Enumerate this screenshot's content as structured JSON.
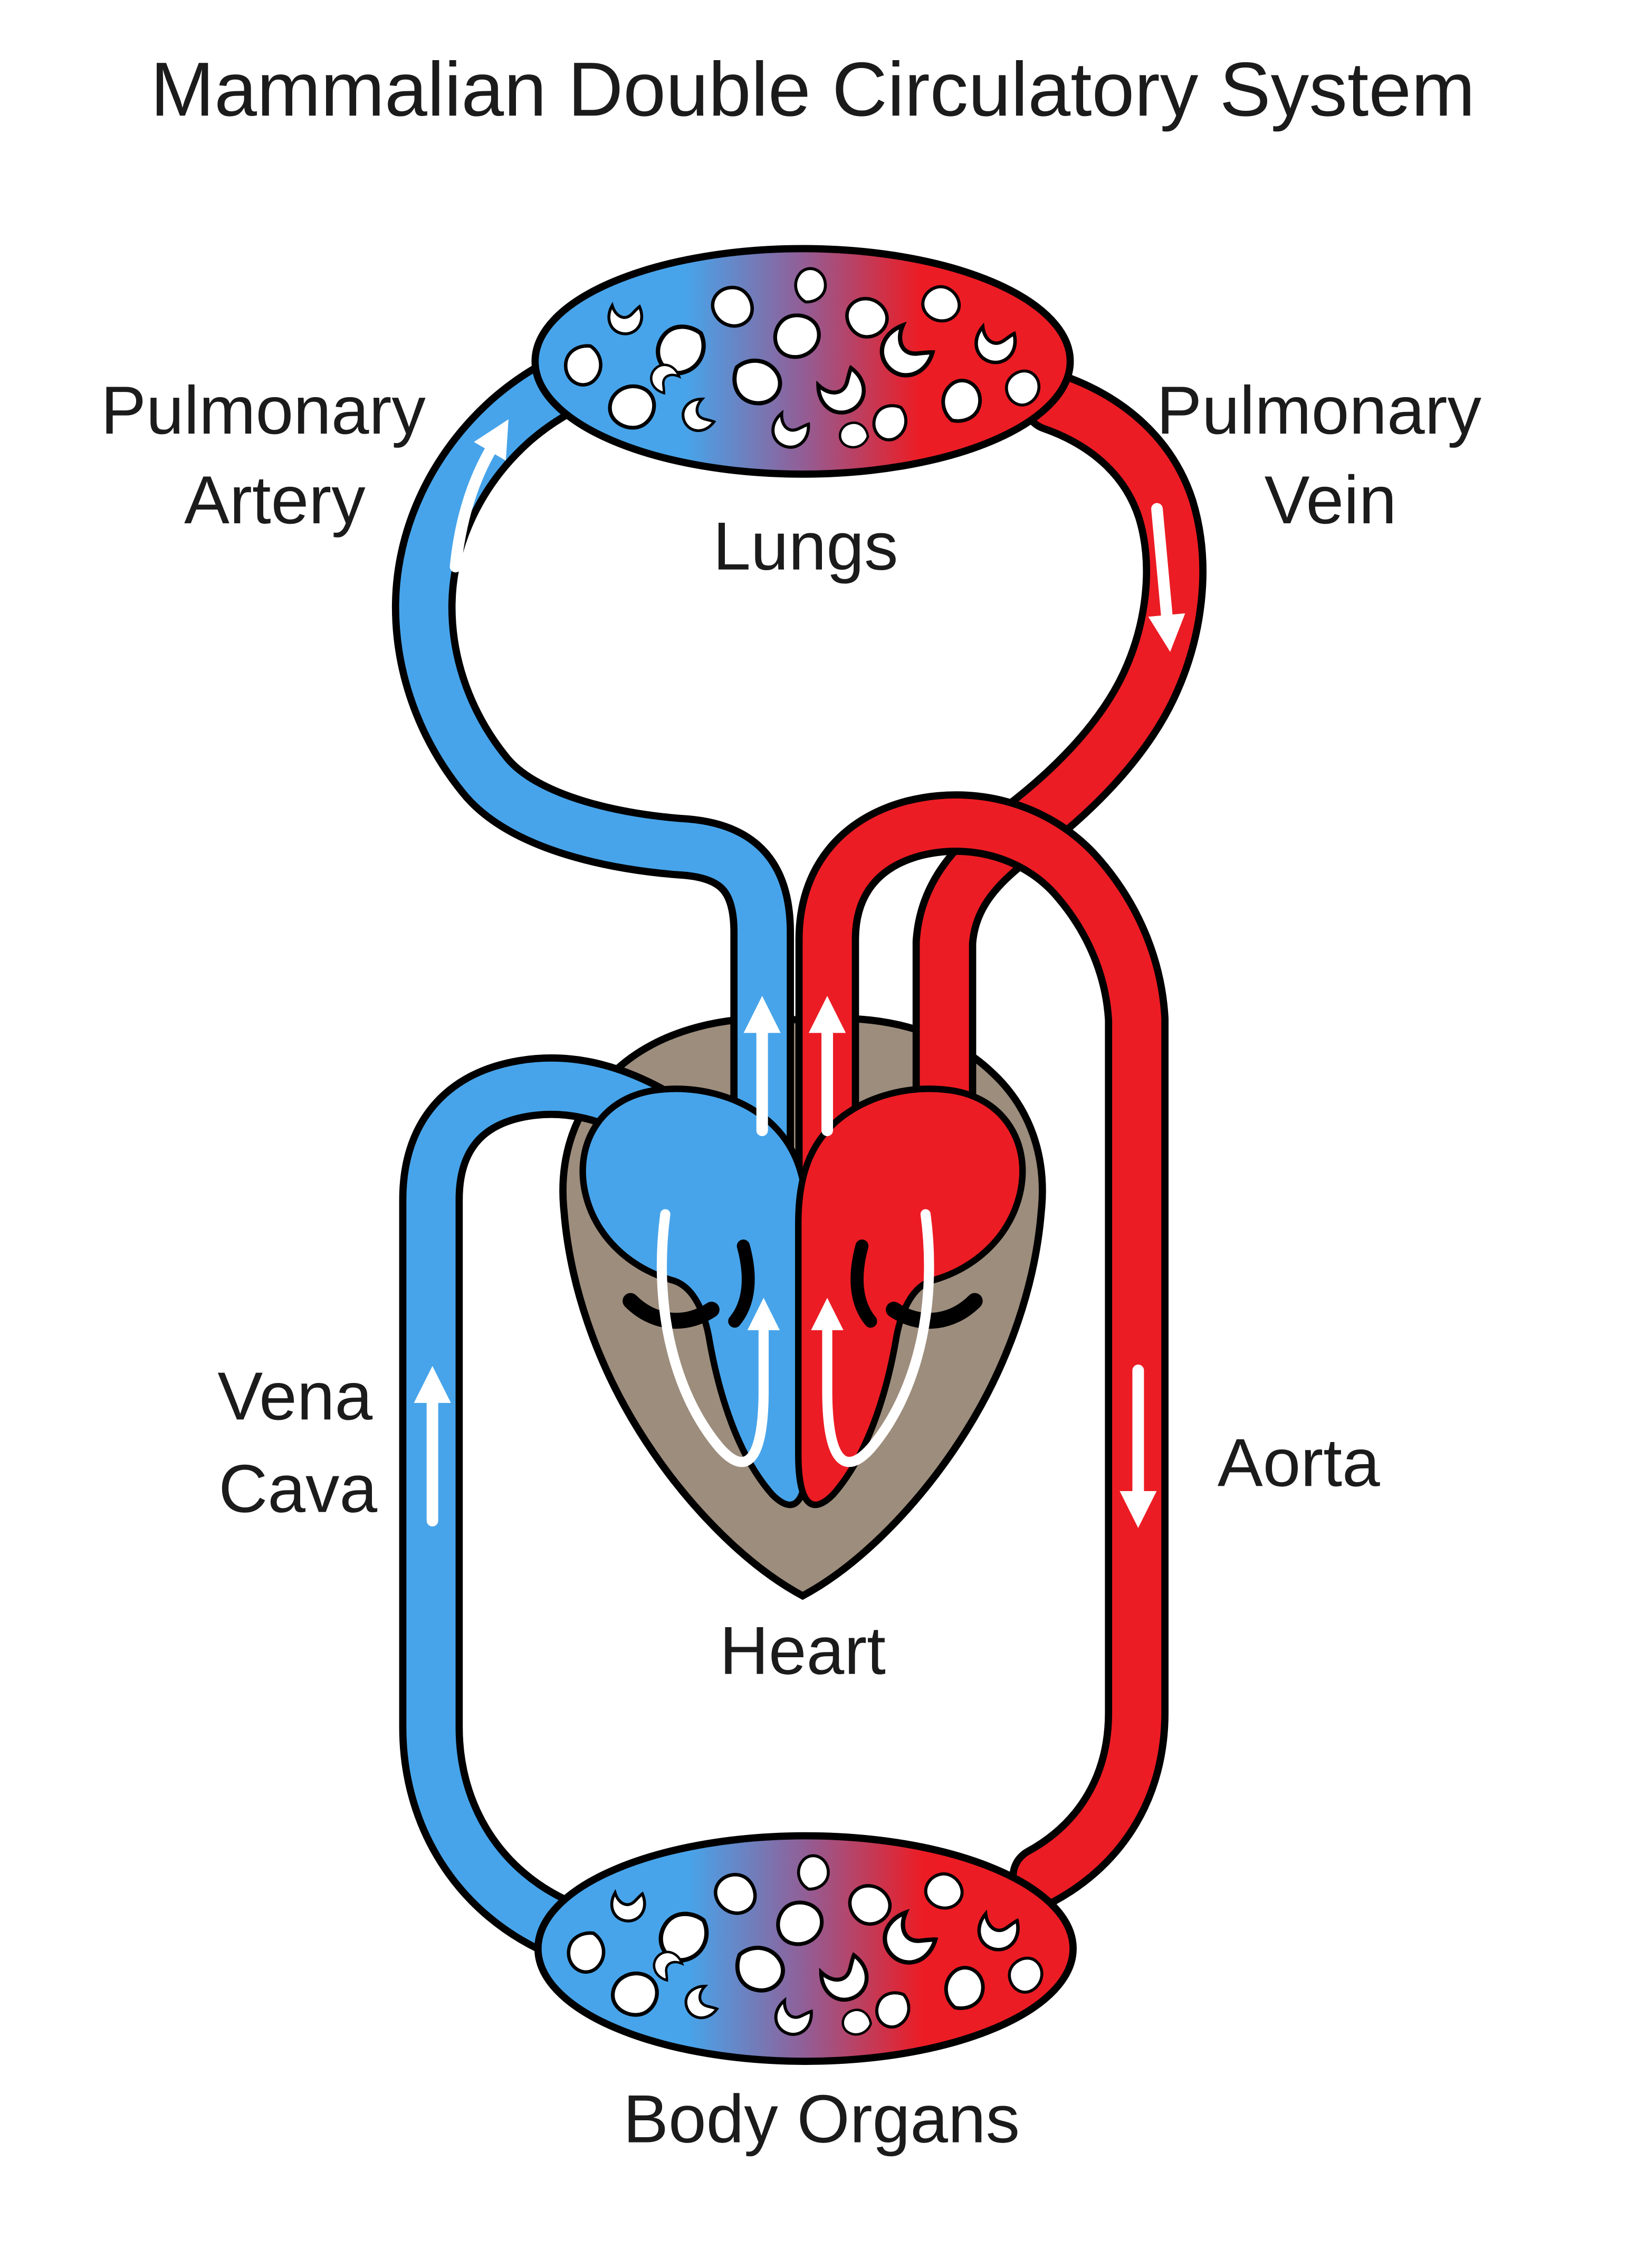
{
  "title": "Mammalian Double Circulatory System",
  "labels": {
    "lungs": "Lungs",
    "heart": "Heart",
    "body_organs": "Body Organs",
    "pulmonary_artery_line1": "Pulmonary",
    "pulmonary_artery_line2": "Artery",
    "pulmonary_vein_line1": "Pulmonary",
    "pulmonary_vein_line2": "Vein",
    "vena_cava_line1": "Vena",
    "vena_cava_line2": "Cava",
    "aorta": "Aorta"
  },
  "colors": {
    "deoxygenated_blue": "#47A4EA",
    "oxygenated_red": "#EC1C24",
    "capillary_mix_purple": "#925E96",
    "heart_muscle_brown": "#9D8D7D",
    "outline_black": "#000000",
    "arrow_white": "#FFFFFF",
    "background": "#FFFFFF",
    "text": "#1B1B1B"
  },
  "flow_arrows": [
    {
      "name": "pulmonary-artery-flow",
      "direction": "up-toward-lungs"
    },
    {
      "name": "pulmonary-vein-flow",
      "direction": "down-toward-heart"
    },
    {
      "name": "vena-cava-flow",
      "direction": "up-toward-heart"
    },
    {
      "name": "aorta-flow",
      "direction": "down-toward-body"
    },
    {
      "name": "right-ventricle-flow",
      "direction": "up"
    },
    {
      "name": "left-ventricle-flow",
      "direction": "up"
    }
  ]
}
